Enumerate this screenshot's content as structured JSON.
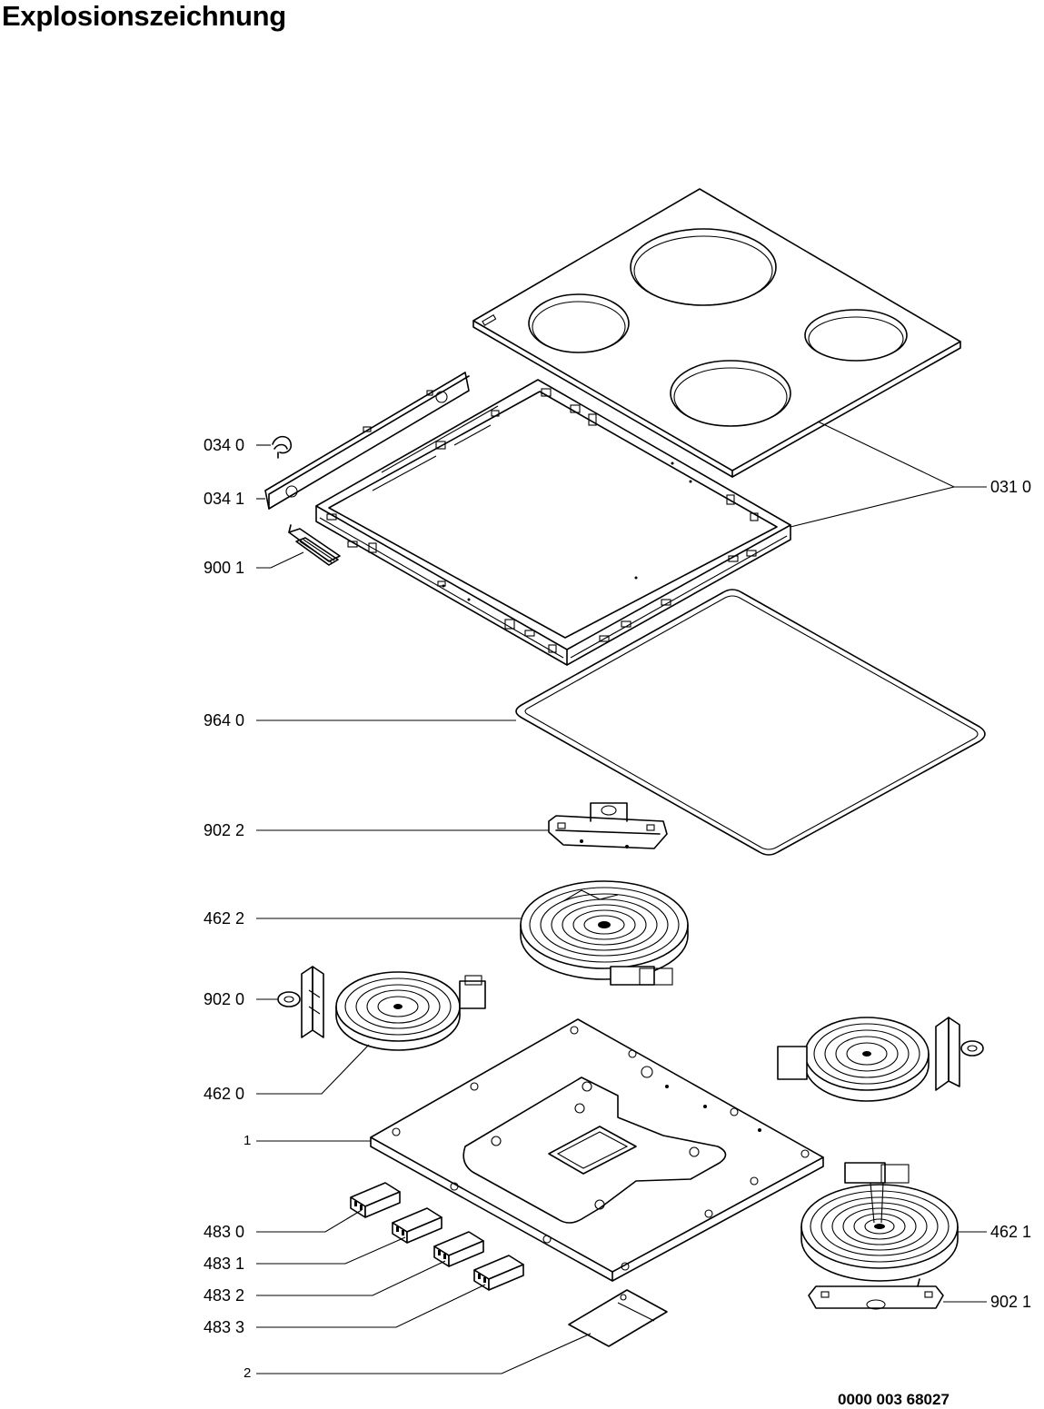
{
  "title": "Explosionszeichnung",
  "document_number": "0000 003 68027",
  "labels": {
    "l0340": "034 0",
    "l0341": "034 1",
    "l9001": "900 1",
    "l0310": "031 0",
    "l9640": "964 0",
    "l9022": "902 2",
    "l4622": "462 2",
    "l9020": "902 0",
    "l4620": "462 0",
    "l1": "1",
    "l4830": "483 0",
    "l4831": "483 1",
    "l4832": "483 2",
    "l4833": "483 3",
    "l2": "2",
    "l4621": "462 1",
    "l9021": "902 1"
  }
}
